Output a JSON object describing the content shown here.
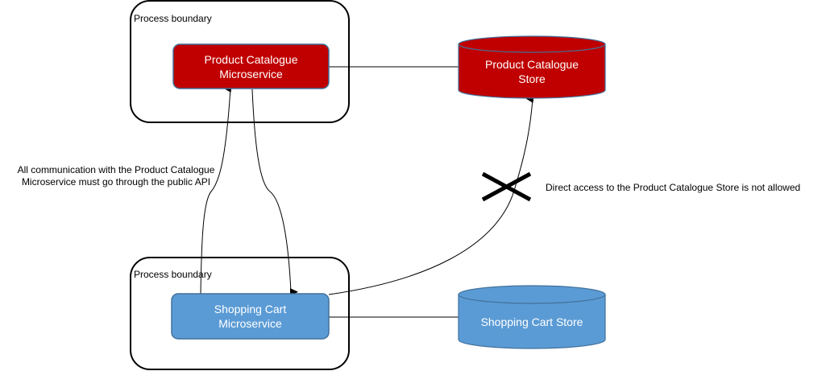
{
  "colors": {
    "catalogue_fill": "#c00000",
    "catalogue_stroke": "#41719c",
    "cart_fill": "#5b9bd5",
    "cart_stroke": "#41719c",
    "line": "#000000",
    "text_on_shape": "#ffffff"
  },
  "boundaries": [
    {
      "label": "Process boundary"
    },
    {
      "label": "Process boundary"
    }
  ],
  "nodes": {
    "catalogue_service": {
      "line1": "Product Catalogue",
      "line2": "Microservice"
    },
    "catalogue_store": {
      "line1": "Product Catalogue",
      "line2": "Store"
    },
    "cart_service": {
      "line1": "Shopping Cart",
      "line2": "Microservice"
    },
    "cart_store": {
      "label": "Shopping Cart Store"
    }
  },
  "annotations": {
    "api_note": {
      "line1": "All communication with the Product Catalogue",
      "line2": "Microservice must go through the public API"
    },
    "forbidden_note": "Direct access to the Product Catalogue Store is not allowed"
  },
  "edges": [
    {
      "from": "catalogue_service",
      "to": "catalogue_store",
      "type": "line"
    },
    {
      "from": "cart_service",
      "to": "cart_store",
      "type": "line"
    },
    {
      "from": "cart_service",
      "to": "catalogue_service",
      "type": "arrow"
    },
    {
      "from": "catalogue_service",
      "to": "cart_service",
      "type": "arrow"
    },
    {
      "from": "cart_service",
      "to": "catalogue_store",
      "type": "arrow",
      "forbidden": true
    }
  ]
}
